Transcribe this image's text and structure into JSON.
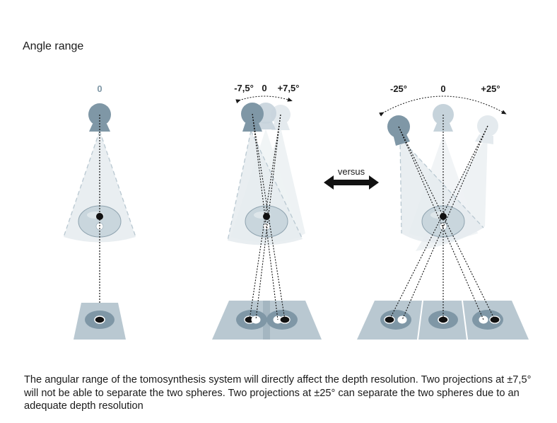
{
  "title": "Angle range",
  "panels": {
    "single": {
      "angle_labels": [
        "0"
      ]
    },
    "narrow": {
      "angle_labels": [
        "-7,5°",
        "0",
        "+7,5°"
      ]
    },
    "wide": {
      "angle_labels": [
        "-25°",
        "0",
        "+25°"
      ]
    }
  },
  "versus_label": "versus",
  "caption": "The angular range of the tomosynthesis system will directly affect the depth resolution. Two projections at ±7,5° will not be able to separate the two spheres. Two projections at ±25° can separate the two spheres due to  an adequate depth resolution",
  "colors": {
    "source_dark": "#7f97a6",
    "source_mid": "#a9bcc7",
    "source_light": "#d3dde3",
    "beam": "#e7edf0",
    "detector": "#b9c8d1",
    "halo": "#7f97a6"
  }
}
